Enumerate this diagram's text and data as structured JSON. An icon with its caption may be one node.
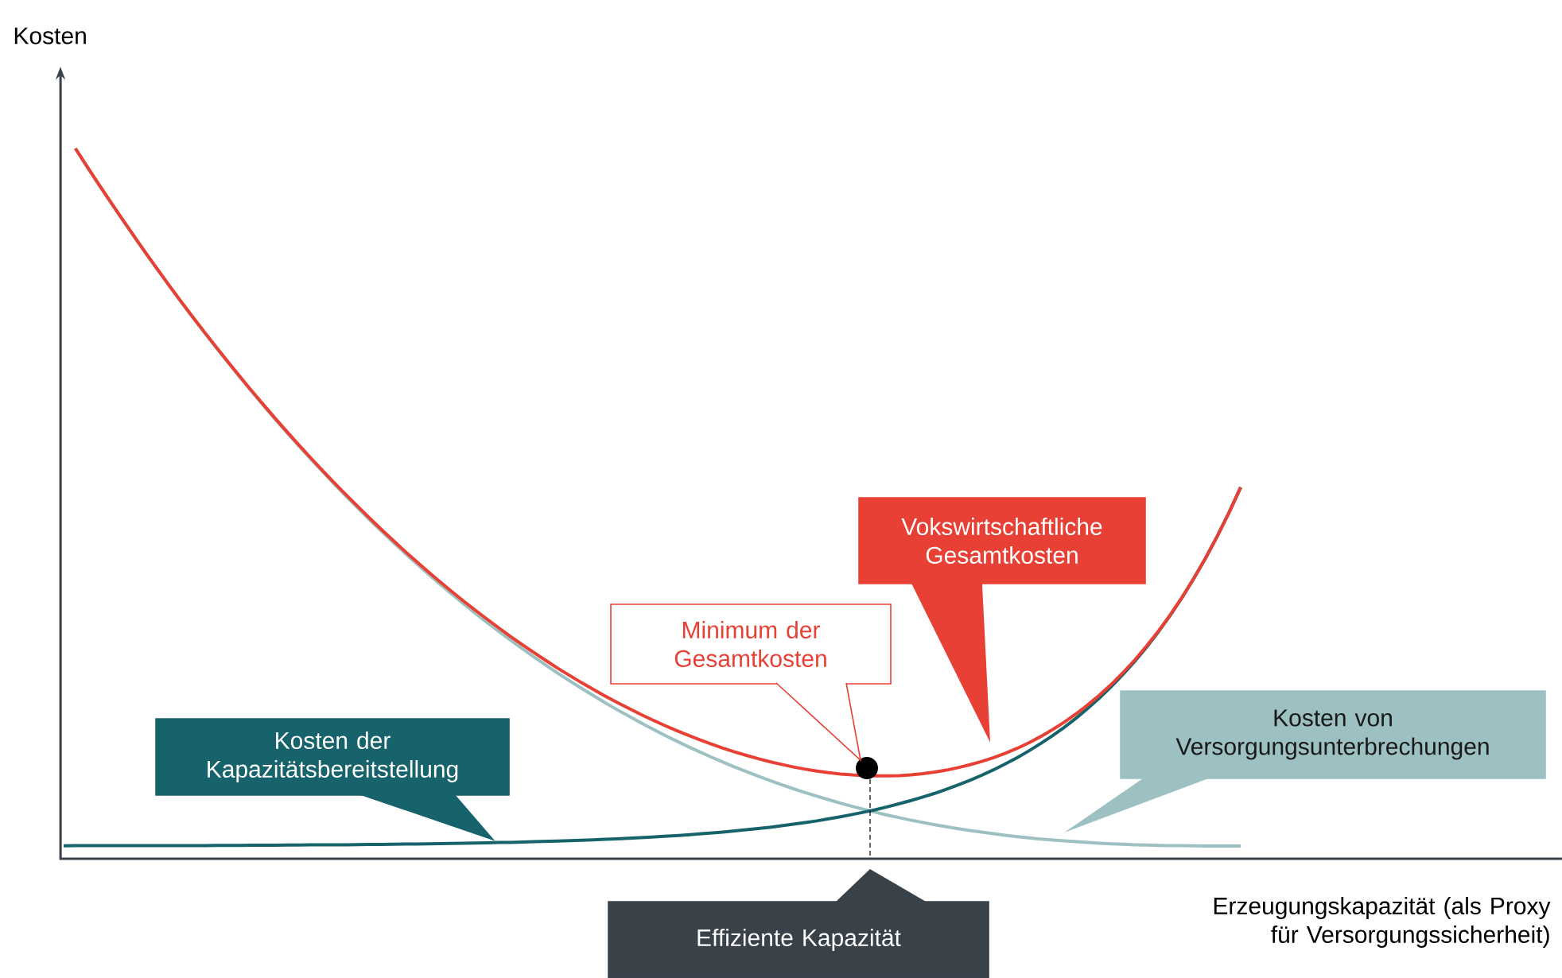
{
  "diagram": {
    "nodes": [
      {
        "text": [
          "Vokswirtschaftliche Gesamtkosten"
        ]
      },
      {
        "text": [
          "Minimum der Gesamtkosten"
        ]
      },
      {
        "text": [
          "Kosten von Versorgungsunterbrechungen"
        ]
      },
      {
        "text": [
          "Kosten der Kapazitätsbereitstellung"
        ]
      },
      {
        "text": [
          "Effiziente Kapazität"
        ]
      }
    ],
    "labels": [
      "Kosten",
      "Erzeugungskapazität (als Proxy für Versorgungssicherheit)"
    ]
  }
}
